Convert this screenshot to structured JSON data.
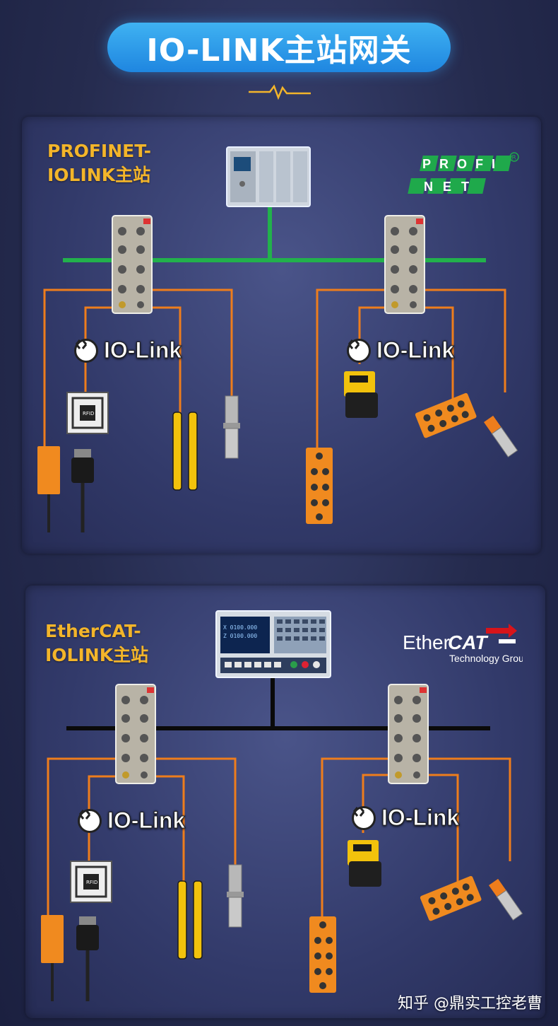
{
  "title": "IO-LINK主站网关",
  "panels": [
    {
      "label_line1": "PROFINET-",
      "label_line2": "IOLINK主站",
      "bus_color": "#22b14c",
      "controller": "plc-controller",
      "logo": "PROFINET",
      "io_link_left": "IO-Link",
      "io_link_right": "IO-Link"
    },
    {
      "label_line1": "EtherCAT-",
      "label_line2": "IOLINK主站",
      "bus_color": "#0a0a0a",
      "controller": "cnc-controller",
      "logo": "EtherCAT Technology Group",
      "io_link_left": "IO-Link",
      "io_link_right": "IO-Link"
    }
  ],
  "logos": {
    "profinet_top": "PROFI",
    "profinet_bottom": "NET",
    "ethercat_text": "Ether",
    "ethercat_bold": "CAT",
    "ethercat_sub": "Technology Group"
  },
  "colors": {
    "accent_orange": "#ee7d1c",
    "label_gold": "#f3b52a",
    "title_blue": "#2a98ea",
    "profinet_green": "#22b14c"
  },
  "watermark": "知乎 @鼎实工控老曹"
}
